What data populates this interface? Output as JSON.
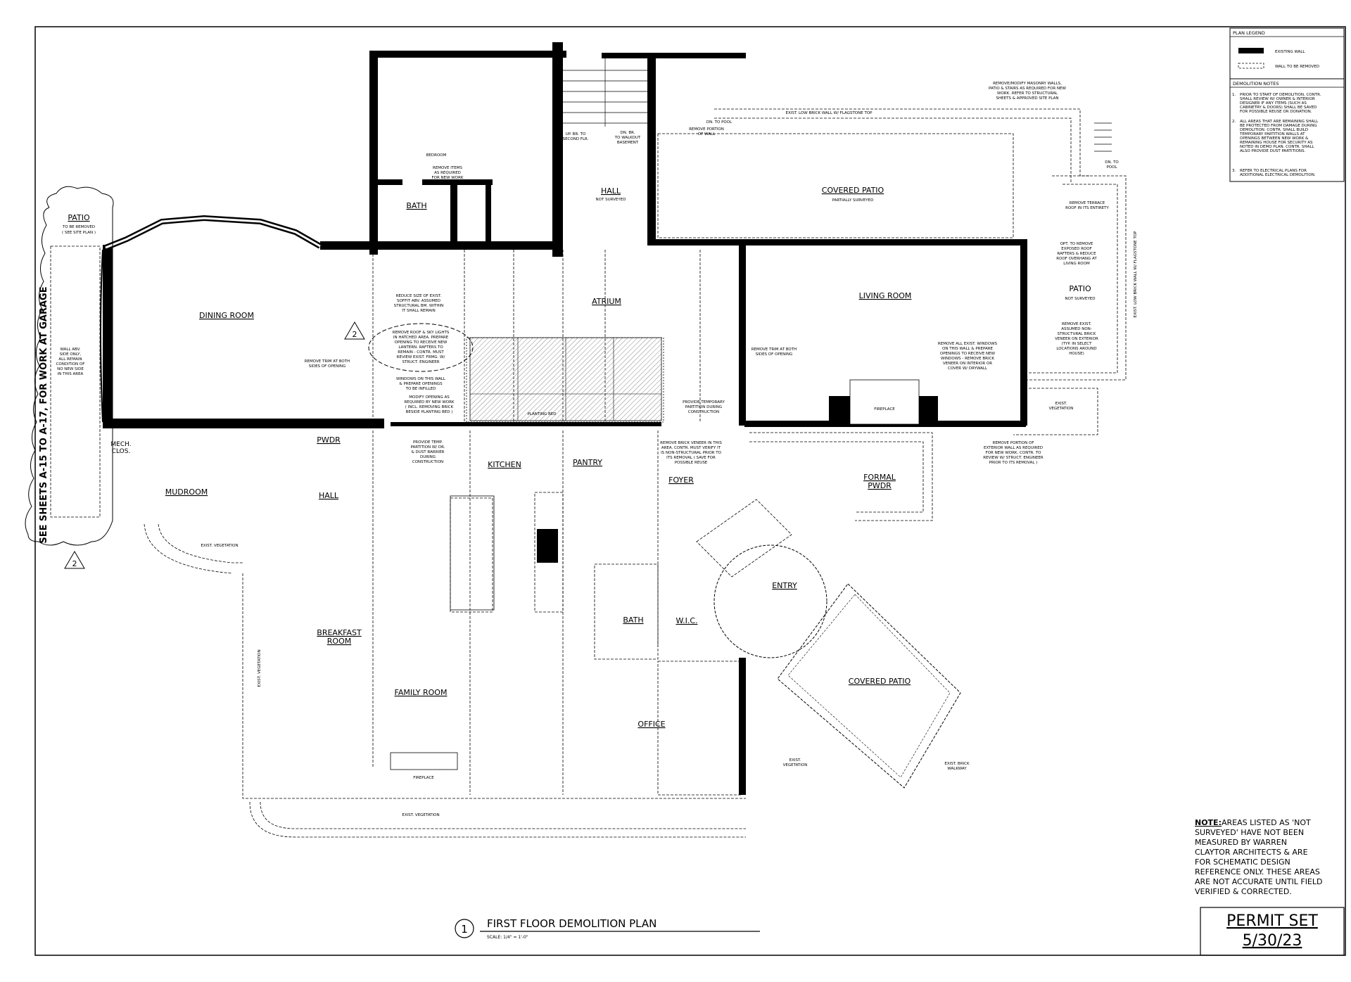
{
  "legend": {
    "title": "PLAN LEGEND",
    "items": [
      {
        "label": "EXISTING WALL"
      },
      {
        "label": "WALL TO BE REMOVED"
      }
    ]
  },
  "demolition_notes": {
    "title": "DEMOLITION NOTES",
    "items": [
      {
        "num": "1.",
        "lines": [
          "PRIOR TO START OF DEMOLITION, CONTR.",
          "SHALL REVIEW W/ OWNER & INTERIOR",
          "DESIGNER IF ANY ITEMS (SUCH AS",
          "CABINETRY & DOORS) SHALL BE SAVED",
          "FOR POSSIBLE REUSE OR DONATION."
        ]
      },
      {
        "num": "2.",
        "lines": [
          "ALL AREAS THAT ARE REMAINING SHALL",
          "BE PROTECTED FROM DAMAGE DURING",
          "DEMOLITION. CONTR. SHALL BUILD",
          "TEMPORARY PARTITION WALLS AT",
          "OPENINGS BETWEEN NEW WORK &",
          "REMAINING HOUSE FOR SECURITY AS",
          "NOTED IN DEMO PLAN. CONTR. SHALL",
          "ALSO PROVIDE DUST PARTITIONS."
        ]
      },
      {
        "num": "3.",
        "lines": [
          "REFER TO ELECTRICAL PLANS FOR",
          "ADDITIONAL ELECTRICAL DEMOLITION."
        ]
      }
    ]
  },
  "rooms": {
    "dining": "DINING ROOM",
    "bath_upper": "BATH",
    "bedroom": "BEDROOM",
    "hall_upper": "HALL",
    "hall_upper_sub": "NOT SURVEYED",
    "atrium": "ATRIUM",
    "covered_patio_top": "COVERED PATIO",
    "covered_patio_top_sub": "PARTIALLY SURVEYED",
    "living": "LIVING ROOM",
    "patio_right": "PATIO",
    "patio_right_sub": "NOT SURVEYED",
    "patio_left": "PATIO",
    "patio_left_sub": [
      "TO BE REMOVED",
      "( SEE SITE PLAN )"
    ],
    "mech": [
      "MECH.",
      "CLOS."
    ],
    "mudroom": "MUDROOM",
    "pwdr": "PWDR",
    "hall_lower": "HALL",
    "kitchen": "KITCHEN",
    "pantry": "PANTRY",
    "foyer": "FOYER",
    "formal_pwdr": [
      "FORMAL",
      "PWDR"
    ],
    "entry": "ENTRY",
    "bath_lower": "BATH",
    "wic": "W.I.C.",
    "breakfast": [
      "BREAKFAST",
      "ROOM"
    ],
    "family": "FAMILY ROOM",
    "office": "OFFICE",
    "covered_patio_bottom": "COVERED PATIO",
    "fireplace": "FIREPLACE",
    "planting_bed": "PLANTING BED"
  },
  "site_labels": {
    "veg_mudroom": "EXIST. VEGETATION",
    "veg_left": "EXIST. VEGETATION",
    "veg_bottom": "EXIST. VEGETATION",
    "veg_entry": [
      "EXIST.",
      "VEGETATION"
    ],
    "veg_patio": [
      "EXIST.",
      "VEGETATION"
    ],
    "walkway": [
      "EXIST. BRICK",
      "WALKWAY"
    ],
    "brick_wall_top": "EXIST. LOW BRICK WALL W/ FLAGSTONE TOP",
    "brick_wall_right": "EXIST. LOW BRICK WALL W/ FLAGSTONE TOP",
    "dn_pool_top": "DN. TO POOL",
    "dn_pool_right": [
      "DN. TO",
      "POOL"
    ],
    "up_second": [
      "UP. BR. TO",
      "SECOND FLR."
    ],
    "dn_basement": [
      "DN. BR.",
      "TO WALKOUT",
      "BASEMENT"
    ]
  },
  "side_note": "SEE SHEETS A-15 TO A-17, FOR WORK AT GARAGE",
  "callouts": {
    "remove_items": [
      "REMOVE ITEMS",
      "AS REQUIRED",
      "FOR NEW WORK"
    ],
    "masonry": [
      "REMOVE/MODIFY MASONRY WALLS,",
      "PATIO & STAIRS AS REQUIRED FOR NEW",
      "WORK. REFER TO STRUCTURAL",
      "SHEETS & APPROVED SITE PLAN"
    ],
    "portion_wall": [
      "REMOVE PORTION",
      "OF WALL"
    ],
    "terrace_roof": [
      "REMOVE TERRACE",
      "ROOF IN ITS ENTIRETY"
    ],
    "roof_rafters": [
      "OPT. TO REMOVE",
      "EXPOSED ROOF",
      "RAFTERS & REDUCE",
      "ROOF OVERHANG AT",
      "LIVING ROOM"
    ],
    "brick_veneer_nonstruct": [
      "REMOVE EXIST.",
      "ASSUMED NON-",
      "STRUCTURAL BRICK",
      "VENEER ON EXTERIOR",
      "(TYP. IN SELECT",
      "LOCATIONS AROUND",
      "HOUSE)"
    ],
    "remove_windows": [
      "REMOVE ALL EXIST. WINDOWS",
      "ON THIS WALL & PREPARE",
      "OPENINGS TO RECEIVE NEW",
      "WINDOWS - REMOVE BRICK",
      "VENEER ON INTERIOR OR",
      "COVER W/ DRYWALL"
    ],
    "trim_living": [
      "REMOVE TRIM AT BOTH",
      "SIDES OF OPENING"
    ],
    "trim_dining": [
      "REMOVE TRIM AT BOTH",
      "SIDES OF OPENING"
    ],
    "soffit": [
      "REDUCE SIZE OF EXIST.",
      "SOFFIT ABV. ASSUMED",
      "STRUCTURAL BM. WITHIN",
      "IT SHALL REMAIN"
    ],
    "roof_skylights": [
      "REMOVE ROOF & SKY LIGHTS",
      "IN HATCHED AREA. PREPARE",
      "OPENING TO RECEIVE NEW",
      "LANTERN. RAFTERS TO",
      "REMAIN - CONTR. MUST",
      "REVIEW EXIST. FRMG. W/",
      "STRUCT. ENGINEER"
    ],
    "windows_infill": [
      "WINDOWS ON THIS WALL",
      "& PREPARE OPENINGS",
      "TO BE INFILLED"
    ],
    "modify_opening": [
      "MODIFY OPENING AS",
      "REQUIRED BY NEW WORK",
      "( INCL. REMOVING BRICK",
      "BESIDE PLANTING BED )"
    ],
    "temp_partition": [
      "PROVIDE TEMPORARY",
      "PARTITION DURING",
      "CONSTRUCTION"
    ],
    "temp_partition_dust": [
      "PROVIDE TEMP.",
      "PARTITION W/ DR.",
      "& DUST BARRIER",
      "DURING",
      "CONSTRUCTION"
    ],
    "brick_veneer_area": [
      "REMOVE BRICK VENEER IN THIS",
      "AREA. CONTR. MUST VERIFY IT",
      "IS NON-STRUCTURAL PRIOR TO",
      "ITS REMOVAL ( SAVE FOR",
      "POSSIBLE REUSE"
    ],
    "exterior_wall": [
      "REMOVE PORTION OF",
      "EXTERIOR WALL AS REQUIRED",
      "FOR NEW WORK. CONTR. TO",
      "REVIEW W/ STRUCT. ENGINEER",
      "PRIOR TO ITS REMOVAL )"
    ],
    "wall_abv": [
      "WALL ABV.",
      "SIDE ONLY,",
      "ALL REMAIN",
      "CONDITION OF",
      "NO NEW SIDE",
      "IN THIS AREA"
    ]
  },
  "delta_tags": [
    "2",
    "2"
  ],
  "note_box": {
    "label": "NOTE:",
    "lines": [
      "AREAS LISTED AS 'NOT",
      "SURVEYED' HAVE NOT BEEN",
      "MEASURED BY WARREN",
      "CLAYTOR ARCHITECTS & ARE",
      "FOR SCHEMATIC DESIGN",
      "REFERENCE ONLY. THESE AREAS",
      "ARE NOT ACCURATE UNTIL FIELD",
      "VERIFIED & CORRECTED."
    ]
  },
  "title_block": {
    "number": "1",
    "title": "FIRST FLOOR DEMOLITION PLAN",
    "scale": "SCALE: 1/4\" = 1'-0\""
  },
  "stamp": {
    "line1": "PERMIT SET",
    "line2": "5/30/23"
  }
}
